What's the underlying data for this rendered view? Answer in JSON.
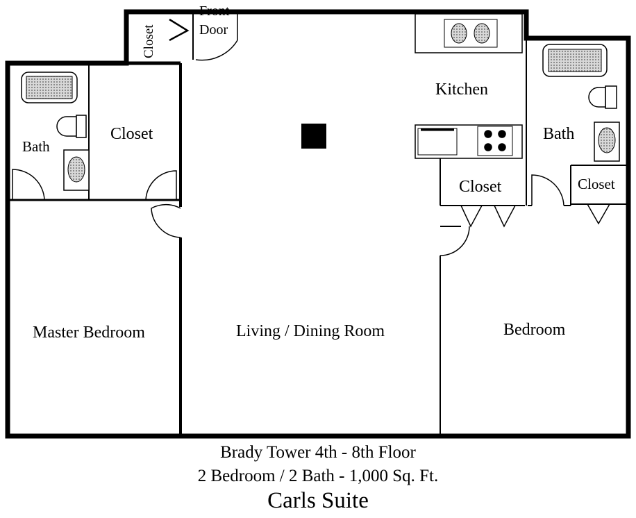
{
  "rooms": {
    "closet_entry": "Closet",
    "front_door_line1": "Front",
    "front_door_line2": "Door",
    "kitchen": "Kitchen",
    "bath_left": "Bath",
    "closet_master": "Closet",
    "bath_right": "Bath",
    "closet_right_a": "Closet",
    "closet_right_b": "Closet",
    "master_bedroom": "Master Bedroom",
    "living_dining": "Living / Dining Room",
    "bedroom": "Bedroom"
  },
  "caption": {
    "building": "Brady Tower 4th - 8th Floor",
    "specs": "2 Bedroom / 2 Bath - 1,000 Sq. Ft.",
    "suite_name": "Carls Suite"
  },
  "colors": {
    "wall": "#000000",
    "fixture_fill": "#c8c8c8",
    "background": "#ffffff"
  }
}
